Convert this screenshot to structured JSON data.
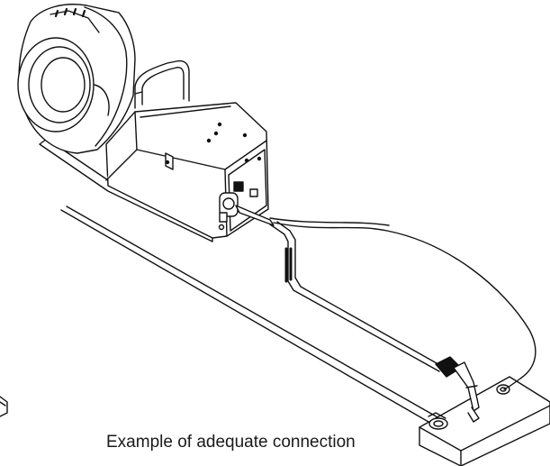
{
  "figure": {
    "caption": "Example of adequate connection",
    "components": [
      "wire-feeder-unit",
      "wire-spool",
      "carry-handle",
      "torch-connector",
      "torch-cable",
      "welding-torch",
      "ground-cable",
      "ground-clamp",
      "workpiece-plate"
    ]
  },
  "style": {
    "line_color": "#111111",
    "background": "#ffffff"
  }
}
